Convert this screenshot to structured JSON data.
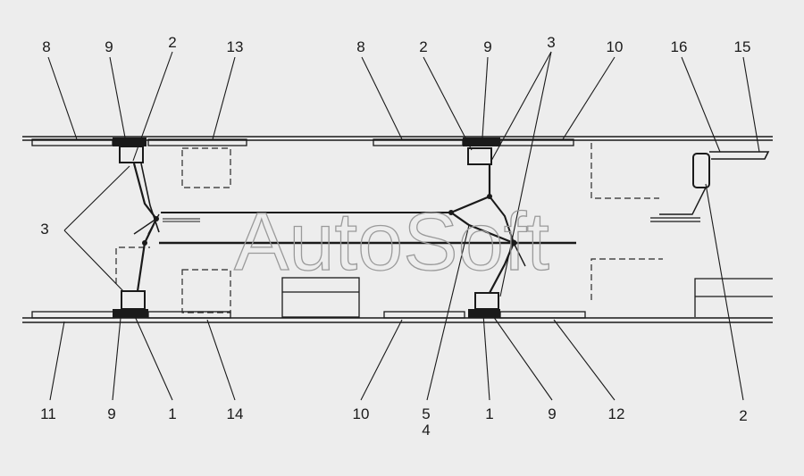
{
  "watermark": "AutoSoft",
  "callouts": {
    "top": [
      "8",
      "9",
      "2",
      "13",
      "8",
      "2",
      "9",
      "3",
      "10",
      "16",
      "15"
    ],
    "left": "3",
    "bottom": [
      "11",
      "9",
      "1",
      "14",
      "10",
      "5",
      "4",
      "1",
      "9",
      "12",
      "2"
    ]
  },
  "colors": {
    "background": "#ededed",
    "line": "#1a1a1a",
    "watermark": "#9a9a9a"
  }
}
